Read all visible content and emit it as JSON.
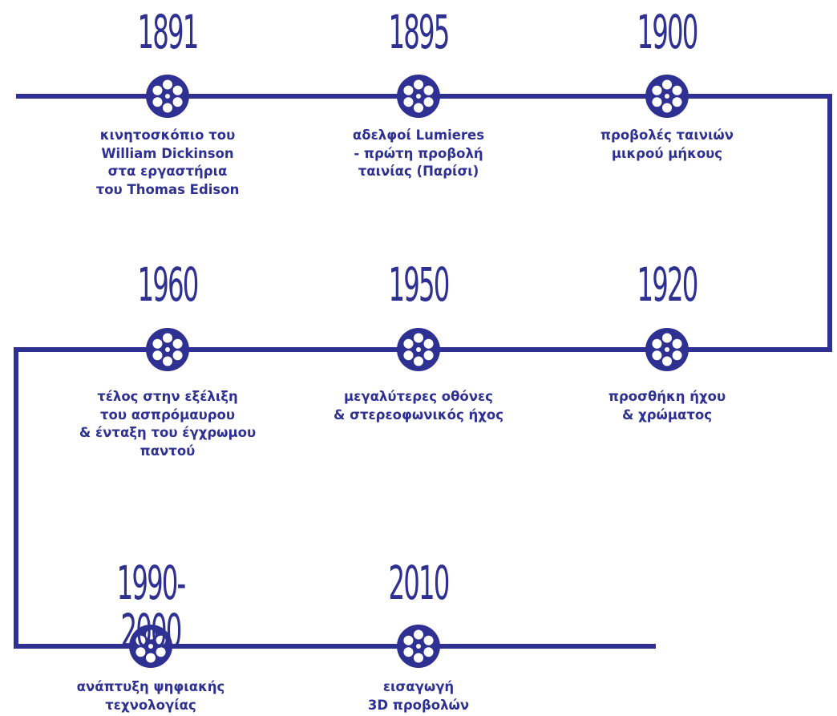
{
  "colors": {
    "line": "#2e3192",
    "text": "#2e3192",
    "background": "#ffffff"
  },
  "icon": "film-reel-icon",
  "events": [
    {
      "year": "1891",
      "lines": [
        "κινητοσκόπιο του",
        "William Dickinson",
        "στα εργαστήρια",
        "του Thomas Edison"
      ]
    },
    {
      "year": "1895",
      "lines": [
        "αδελφοί Lumieres",
        "- πρώτη προβολή",
        "ταινίας (Παρίσι)"
      ]
    },
    {
      "year": "1900",
      "lines": [
        "προβολές ταινιών",
        "μικρού μήκους"
      ]
    },
    {
      "year": "1920",
      "lines": [
        "προσθήκη ήχου",
        "& χρώματος"
      ]
    },
    {
      "year": "1950",
      "lines": [
        "μεγαλύτερες οθόνες",
        "& στερεοφωνικός ήχος"
      ]
    },
    {
      "year": "1960",
      "lines": [
        "τέλος στην εξέλιξη",
        "του ασπρόμαυρου",
        "& ένταξη του έγχρωμου",
        "παντού"
      ]
    },
    {
      "year": "1990-2000",
      "lines": [
        "ανάπτυξη ψηφιακής",
        "τεχνολογίας"
      ]
    },
    {
      "year": "2010",
      "lines": [
        "εισαγωγή",
        "3D προβολών"
      ]
    }
  ]
}
